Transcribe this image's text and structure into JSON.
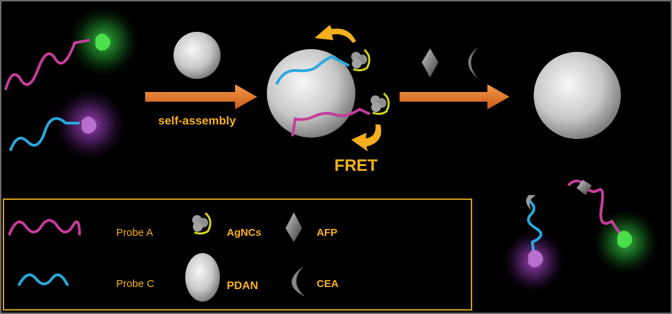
{
  "process": {
    "step1_label": "self-assembly",
    "step2_label": "FRET"
  },
  "legend": {
    "probe_a": "Probe A",
    "probe_c": "Probe C",
    "agncs": "AgNCs",
    "pdan": "PDAN",
    "afp": "AFP",
    "cea": "CEA"
  },
  "colors": {
    "probe_a": "#c53d9b",
    "probe_c": "#2aa8dc",
    "label": "#f7b21b",
    "arrow": "#e8772a",
    "green_glow": "#3fd14a",
    "purple_glow": "#9b3bb8"
  }
}
